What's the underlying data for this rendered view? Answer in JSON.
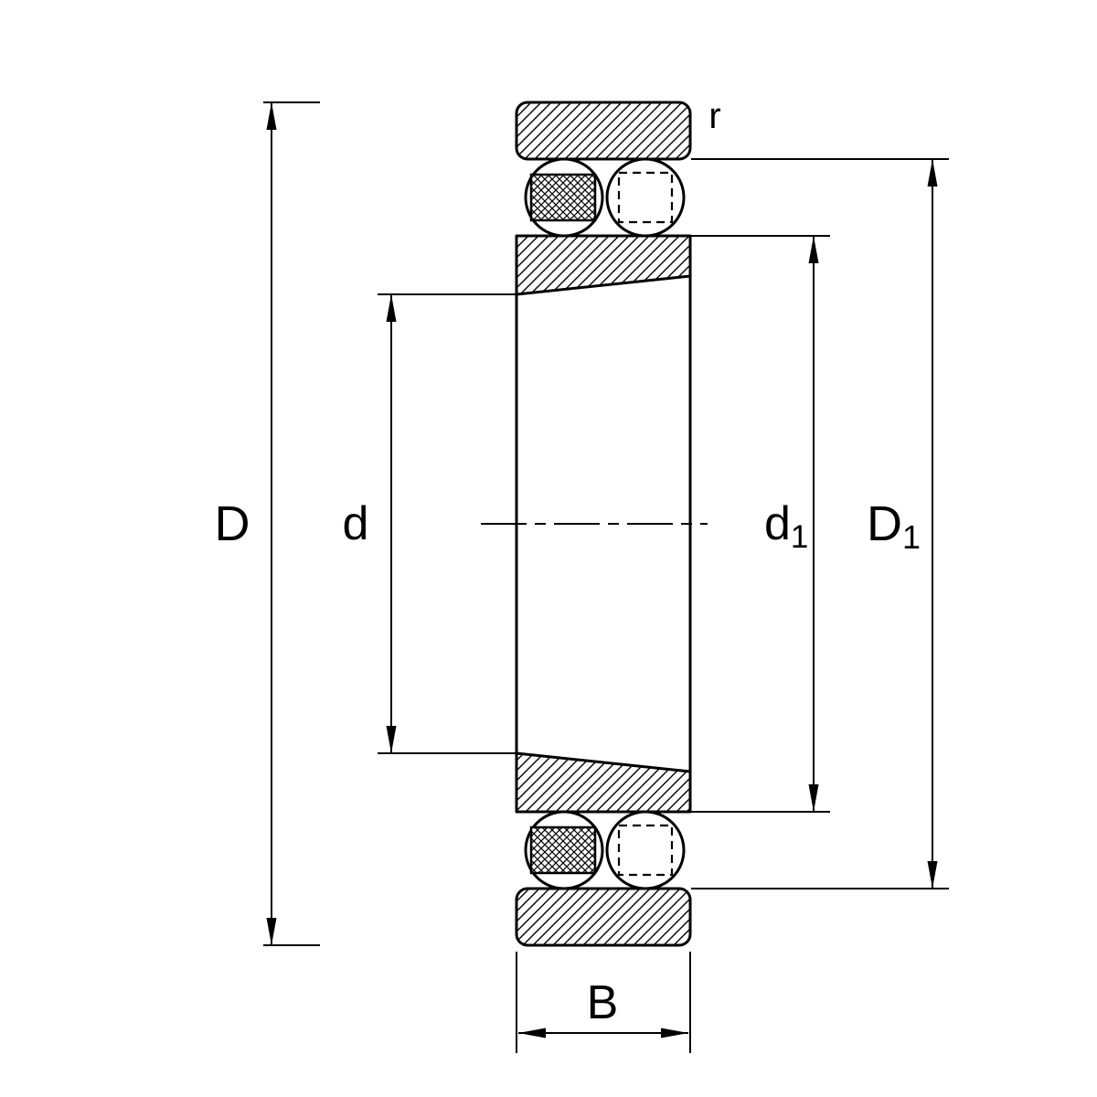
{
  "drawing": {
    "kind": "bearing-sectional-drawing",
    "background_color": "#ffffff",
    "line_color": "#000000",
    "labels": {
      "D": "D",
      "d": "d",
      "d1": {
        "base": "d",
        "sub": "1"
      },
      "D1": {
        "base": "D",
        "sub": "1"
      },
      "B": "B",
      "r": "r"
    }
  }
}
